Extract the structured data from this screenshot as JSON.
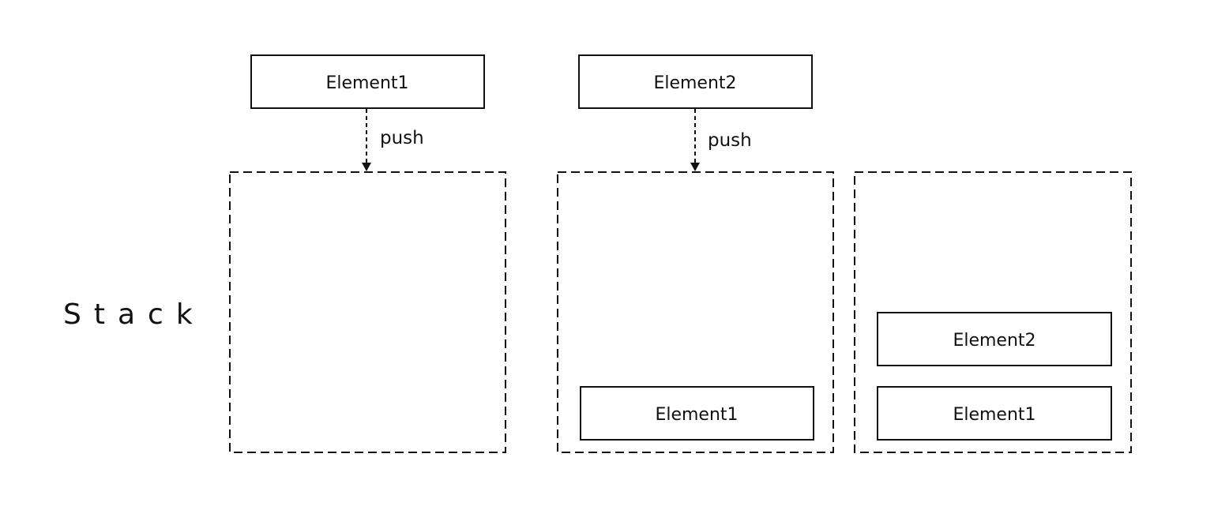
{
  "title": "",
  "side_label": "Stack",
  "step1": {
    "incoming": "Element1",
    "action": "push",
    "stack_items": []
  },
  "step2": {
    "incoming": "Element2",
    "action": "push",
    "stack_items": [
      "Element1"
    ]
  },
  "step3": {
    "stack_items_top_to_bottom": [
      "Element2",
      "Element1"
    ]
  }
}
